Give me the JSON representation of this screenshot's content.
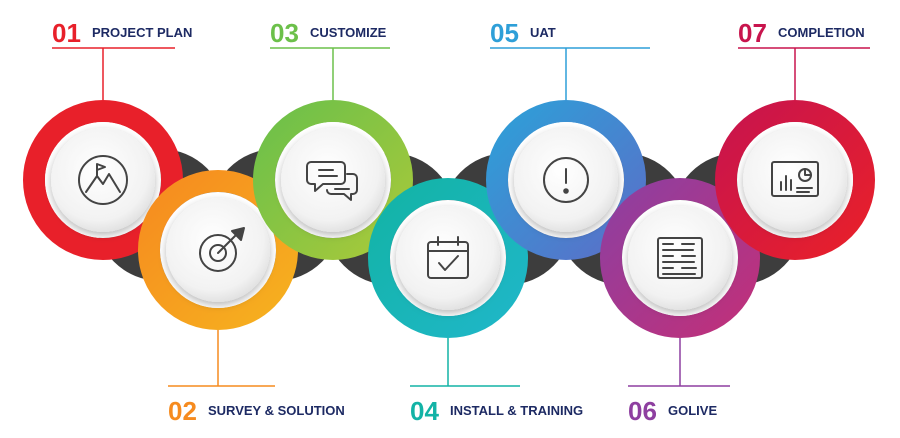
{
  "steps": [
    {
      "number": "01",
      "label": "PROJECT PLAN",
      "color": "#e8202a",
      "color2": "#e8202a",
      "icon": "mountain-flag-icon"
    },
    {
      "number": "02",
      "label": "SURVEY & SOLUTION",
      "color": "#f68b1f",
      "color2": "#f6b11f",
      "icon": "target-arrow-icon"
    },
    {
      "number": "03",
      "label": "CUSTOMIZE",
      "color": "#6cc04a",
      "color2": "#a8c93a",
      "icon": "chat-bubbles-icon"
    },
    {
      "number": "04",
      "label": "INSTALL & TRAINING",
      "color": "#13b3a6",
      "color2": "#1fb7c8",
      "icon": "calendar-check-icon"
    },
    {
      "number": "05",
      "label": "UAT",
      "color": "#2e9fd8",
      "color2": "#5a6fc8",
      "icon": "exclamation-icon"
    },
    {
      "number": "06",
      "label": "GOLIVE",
      "color": "#8e3fa0",
      "color2": "#c0307a",
      "icon": "grid-board-icon"
    },
    {
      "number": "07",
      "label": "COMPLETION",
      "color": "#c8144d",
      "color2": "#e8202a",
      "icon": "dashboard-chart-icon"
    }
  ],
  "band_color": "#3d3d3d"
}
